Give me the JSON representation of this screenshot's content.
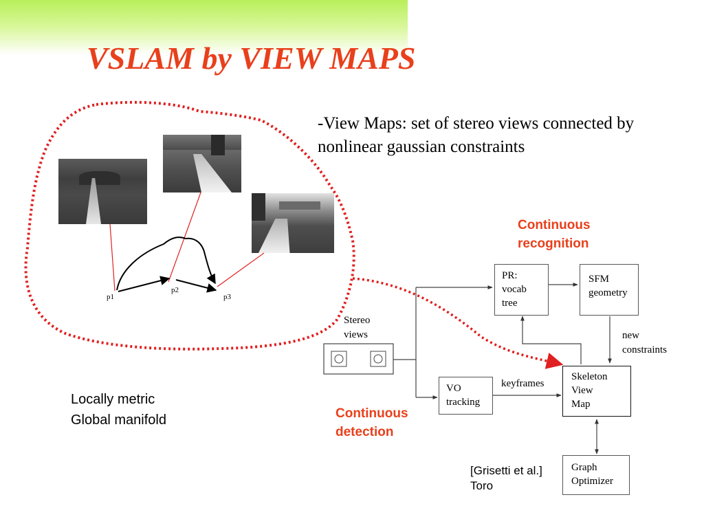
{
  "title": "VSLAM by VIEW MAPS",
  "description": "-View Maps: set of stereo views connected by nonlinear gaussian constraints",
  "left_labels": [
    "Locally metric",
    "Global manifold"
  ],
  "pose_labels": {
    "p1": "p1",
    "p2": "p2",
    "p3": "p3"
  },
  "continuous_recognition": [
    "Continuous",
    "recognition"
  ],
  "continuous_detection": [
    "Continuous",
    "detection"
  ],
  "citation": [
    "[Grisetti et al.]",
    "Toro"
  ],
  "blocks": {
    "stereo_views": [
      "Stereo",
      "views"
    ],
    "pr_vocab_tree": [
      "PR:",
      "vocab",
      "tree"
    ],
    "sfm_geometry": [
      "SFM",
      "geometry"
    ],
    "vo_tracking": [
      "VO",
      "tracking"
    ],
    "skeleton_view_map": [
      "Skeleton",
      "View",
      "Map"
    ],
    "graph_optimizer": [
      "Graph",
      "Optimizer"
    ]
  },
  "edge_labels": {
    "keyframes": "keyframes",
    "new_constraints": [
      "new",
      "constraints"
    ]
  },
  "colors": {
    "title": "#e8401c",
    "red_label": "#e8401c",
    "dotted_outline": "#e02020",
    "band": "#b8f05a"
  }
}
